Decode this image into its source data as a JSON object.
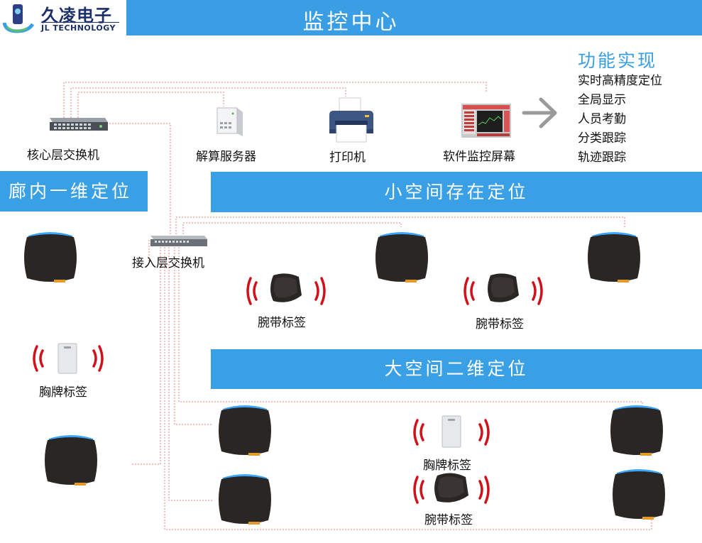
{
  "header": {
    "title": "监控中心",
    "logo_cn": "久凌电子",
    "logo_en": "JL TECHNOLOGY"
  },
  "center": {
    "core_switch": "核心层交换机",
    "server": "解算服务器",
    "printer": "打印机",
    "monitor": "软件监控屏幕"
  },
  "features": {
    "title": "功能实现",
    "items": [
      "实时高精度定位",
      "全局显示",
      "人员考勤",
      "分类跟踪",
      "轨迹跟踪"
    ]
  },
  "zones": {
    "corridor": "廊内一维定位",
    "small_space": "小空间存在定位",
    "large_space": "大空间二维定位"
  },
  "access_switch": "接入层交换机",
  "tags": {
    "wristband_1": "腕带标签",
    "wristband_2": "腕带标签",
    "badge_left": "胸牌标签",
    "badge_center": "胸牌标签",
    "wristband_3": "腕带标签"
  },
  "colors": {
    "accent": "#3a9ee4",
    "line": "#e06060",
    "signal": "#d0101a",
    "device": "#2a2624"
  }
}
